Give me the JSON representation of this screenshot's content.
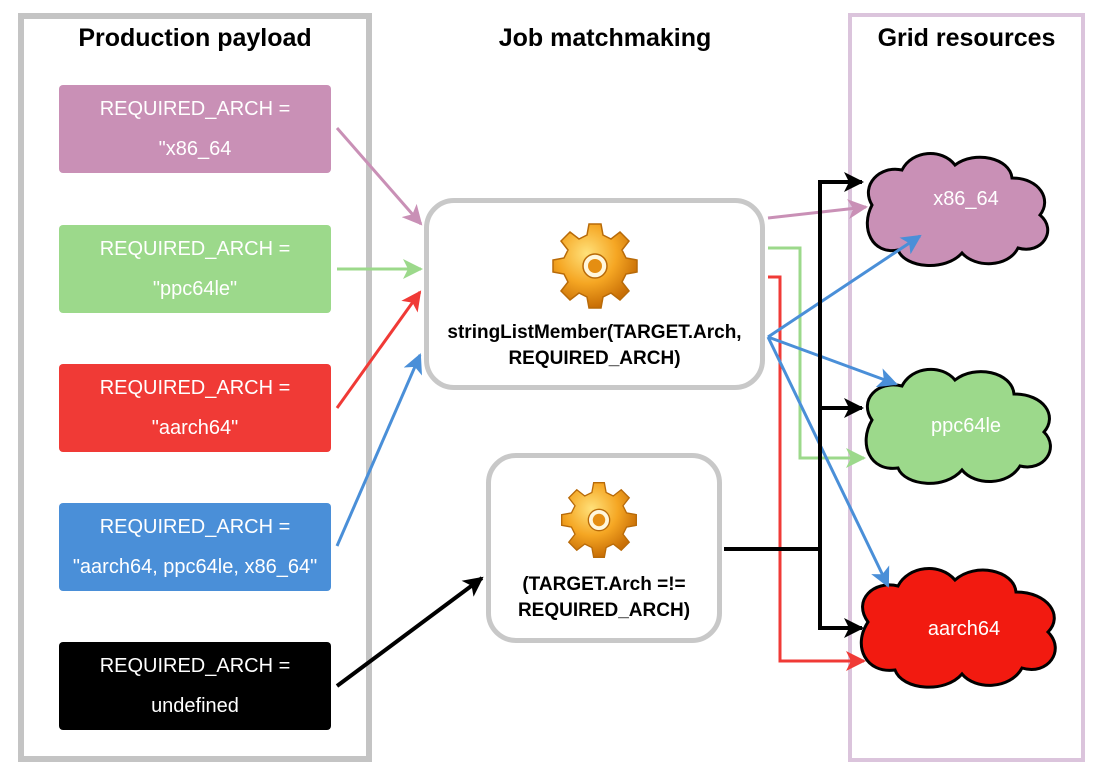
{
  "columns": {
    "payload": "Production payload",
    "matchmaking": "Job matchmaking",
    "grid": "Grid resources"
  },
  "payloads": [
    {
      "line1": "REQUIRED_ARCH =",
      "line2": "\"x86_64",
      "color": "#c990b6"
    },
    {
      "line1": "REQUIRED_ARCH =",
      "line2": "\"ppc64le\"",
      "color": "#9cd98b"
    },
    {
      "line1": "REQUIRED_ARCH =",
      "line2": "\"aarch64\"",
      "color": "#f03a36"
    },
    {
      "line1": "REQUIRED_ARCH =",
      "line2": "\"aarch64, ppc64le, x86_64\"",
      "color": "#4a8fd8"
    },
    {
      "line1": "REQUIRED_ARCH =",
      "line2": "undefined",
      "color": "#000000"
    }
  ],
  "matchers": [
    {
      "line1": "stringListMember(TARGET.Arch,",
      "line2": "REQUIRED_ARCH)",
      "icon": "gear-icon"
    },
    {
      "line1": "(TARGET.Arch =!=",
      "line2": "REQUIRED_ARCH)",
      "icon": "gear-icon"
    }
  ],
  "resources": [
    {
      "label": "x86_64",
      "color": "#c990b6"
    },
    {
      "label": "ppc64le",
      "color": "#9cd98b"
    },
    {
      "label": "aarch64",
      "color": "#f21a10"
    }
  ],
  "edge_colors": {
    "x86_64": "#c990b6",
    "ppc64le": "#9cd98b",
    "aarch64": "#f03a36",
    "multi": "#4a8fd8",
    "undefined": "#000000"
  }
}
